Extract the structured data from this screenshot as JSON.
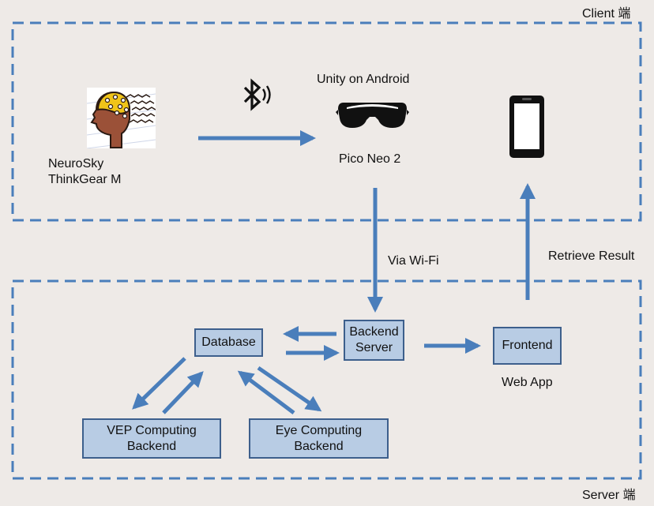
{
  "client": {
    "label": "Client 端"
  },
  "server": {
    "label": "Server 端"
  },
  "device": {
    "line1": "NeuroSky",
    "line2": "ThinkGear M",
    "icon": "eeg-head-icon"
  },
  "headset": {
    "title": "Unity on Android",
    "name": "Pico Neo 2",
    "icon": "vr-headset-icon"
  },
  "phone": {
    "icon": "smartphone-icon"
  },
  "bluetooth": {
    "icon": "bluetooth-icon"
  },
  "edges": {
    "via_wifi": "Via Wi-Fi",
    "retrieve_result": "Retrieve Result"
  },
  "nodes": {
    "database": "Database",
    "backend_line1": "Backend",
    "backend_line2": "Server",
    "frontend": "Frontend",
    "vep_line1": "VEP Computing",
    "vep_line2": "Backend",
    "eye_line1": "Eye Computing",
    "eye_line2": "Backend"
  },
  "web_app": {
    "label": "Web App"
  },
  "colors": {
    "accent": "#4a7ebb",
    "box_fill": "#b8cce4",
    "box_border": "#3d5f8c",
    "background": "#eeeae7"
  }
}
